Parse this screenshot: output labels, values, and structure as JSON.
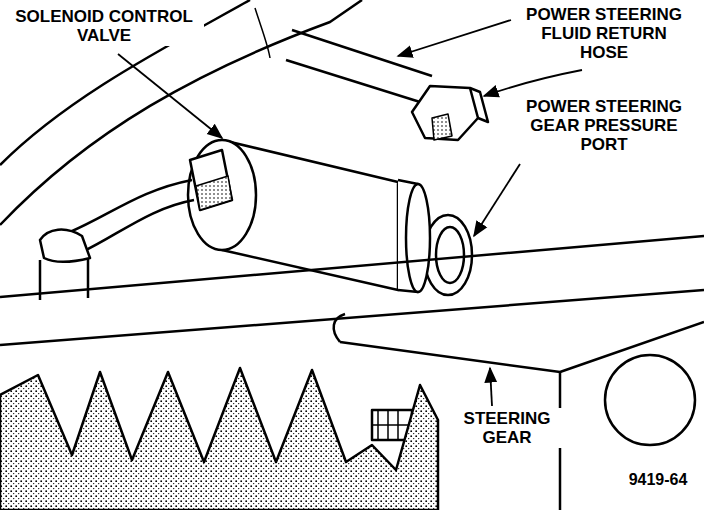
{
  "diagram": {
    "labels": [
      "SOLENOID CONTROL VALVE",
      "POWER STEERING FLUID RETURN HOSE",
      "POWER STEERING GEAR PRESSURE PORT",
      "STEERING GEAR",
      "9419-64"
    ]
  }
}
